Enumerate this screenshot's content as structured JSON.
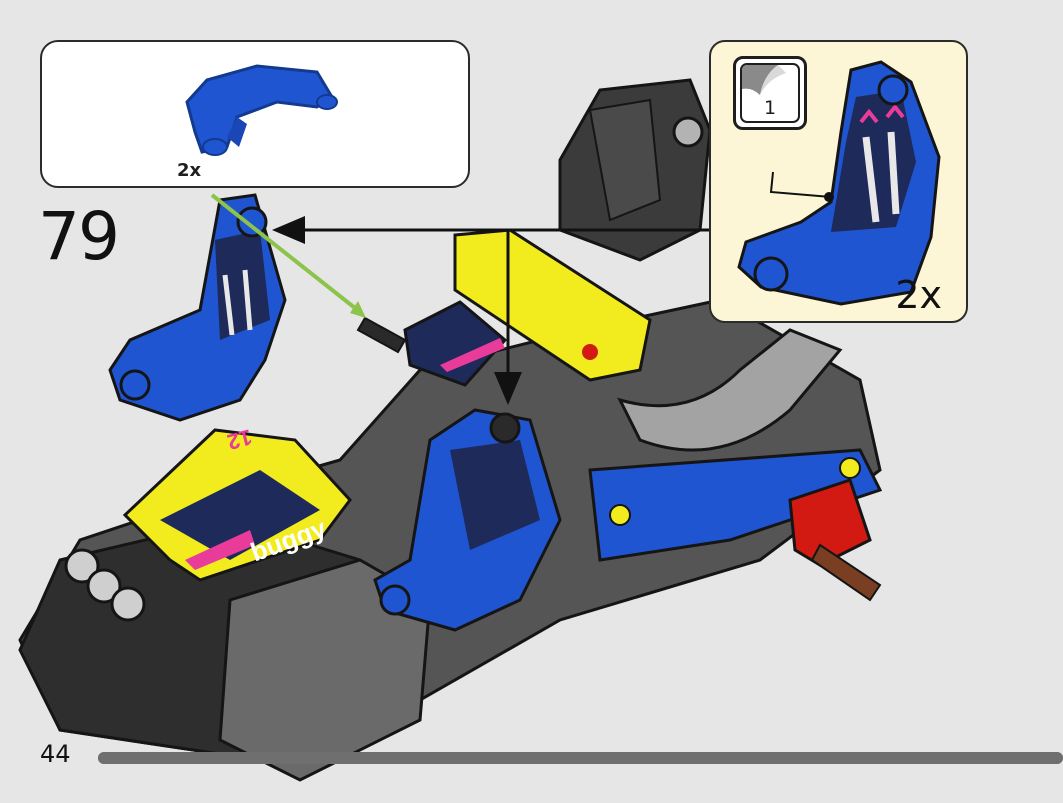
{
  "parts_callout": {
    "quantity_label": "2x",
    "part_icon": "blue-seat-panel"
  },
  "step": {
    "number": "79"
  },
  "submodel_callout": {
    "submodel_number": "1",
    "quantity_label": "2x",
    "part_icon": "blue-seat",
    "page_turn_icon": "page-corner-icon"
  },
  "model": {
    "sticker_text": "buggy",
    "sticker_number": "12",
    "icon": "technic-buggy-assembly"
  },
  "footer": {
    "page_number": "44",
    "progress_fraction": 1.0
  },
  "colors": {
    "blue": "#1f55d0",
    "yellow": "#f2ec1e",
    "dark_gray": "#3b3b3b",
    "light_gray": "#a3a3a3",
    "red": "#d21a12",
    "black": "#1b1b1b",
    "panel_bg": "#fdf6d6"
  }
}
